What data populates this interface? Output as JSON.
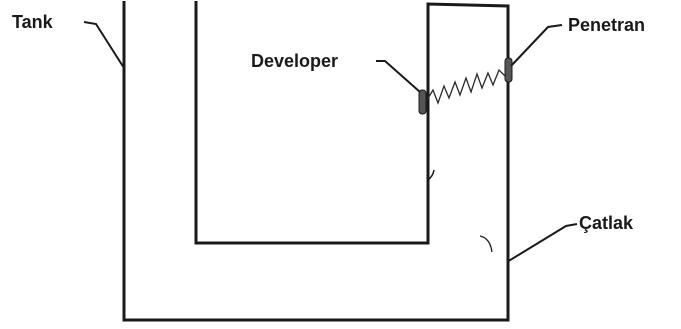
{
  "labels": {
    "tank": "Tank",
    "developer": "Developer",
    "penetrant": "Penetran",
    "crack": "Çatlak"
  },
  "colors": {
    "line": "#1a1a1a",
    "background": "#ffffff",
    "patch": "#555555"
  }
}
